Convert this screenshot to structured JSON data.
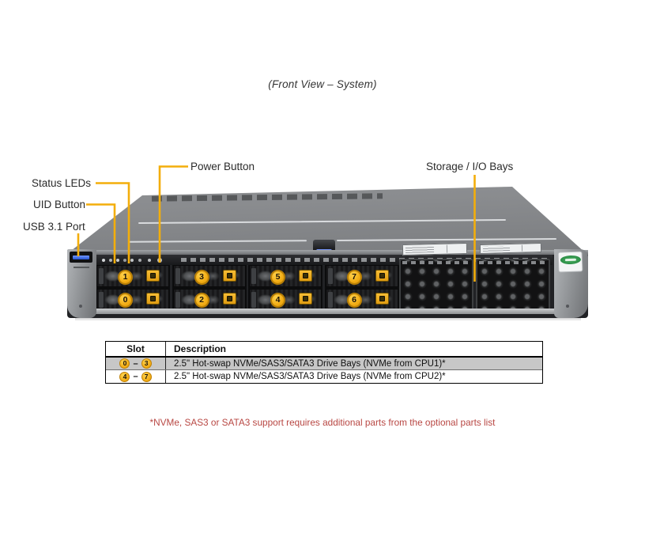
{
  "title": "(Front View – System)",
  "callouts": {
    "power_button": "Power Button",
    "status_leds": "Status LEDs",
    "uid_button": "UID Button",
    "usb_port": "USB 3.1 Port",
    "storage_bays": "Storage / I/O Bays"
  },
  "drive_bays": {
    "top_row": [
      "1",
      "3",
      "5",
      "7"
    ],
    "bottom_row": [
      "0",
      "2",
      "4",
      "6"
    ]
  },
  "table": {
    "headers": [
      "Slot",
      "Description"
    ],
    "slot_separator": "–",
    "rows": [
      {
        "slot_start": "0",
        "slot_end": "3",
        "description": "2.5\" Hot-swap NVMe/SAS3/SATA3 Drive Bays (NVMe from CPU1)*"
      },
      {
        "slot_start": "4",
        "slot_end": "7",
        "description": "2.5\" Hot-swap NVMe/SAS3/SATA3 Drive Bays (NVMe from CPU2)*"
      }
    ]
  },
  "footnote": "*NVMe, SAS3 or SATA3 support requires additional parts from the optional parts list",
  "colors": {
    "callout_line": "#F3AE0B",
    "badge_yellow": "#F2AC14",
    "row_highlight": "#C7C7C7",
    "footnote_red": "#B84743"
  }
}
